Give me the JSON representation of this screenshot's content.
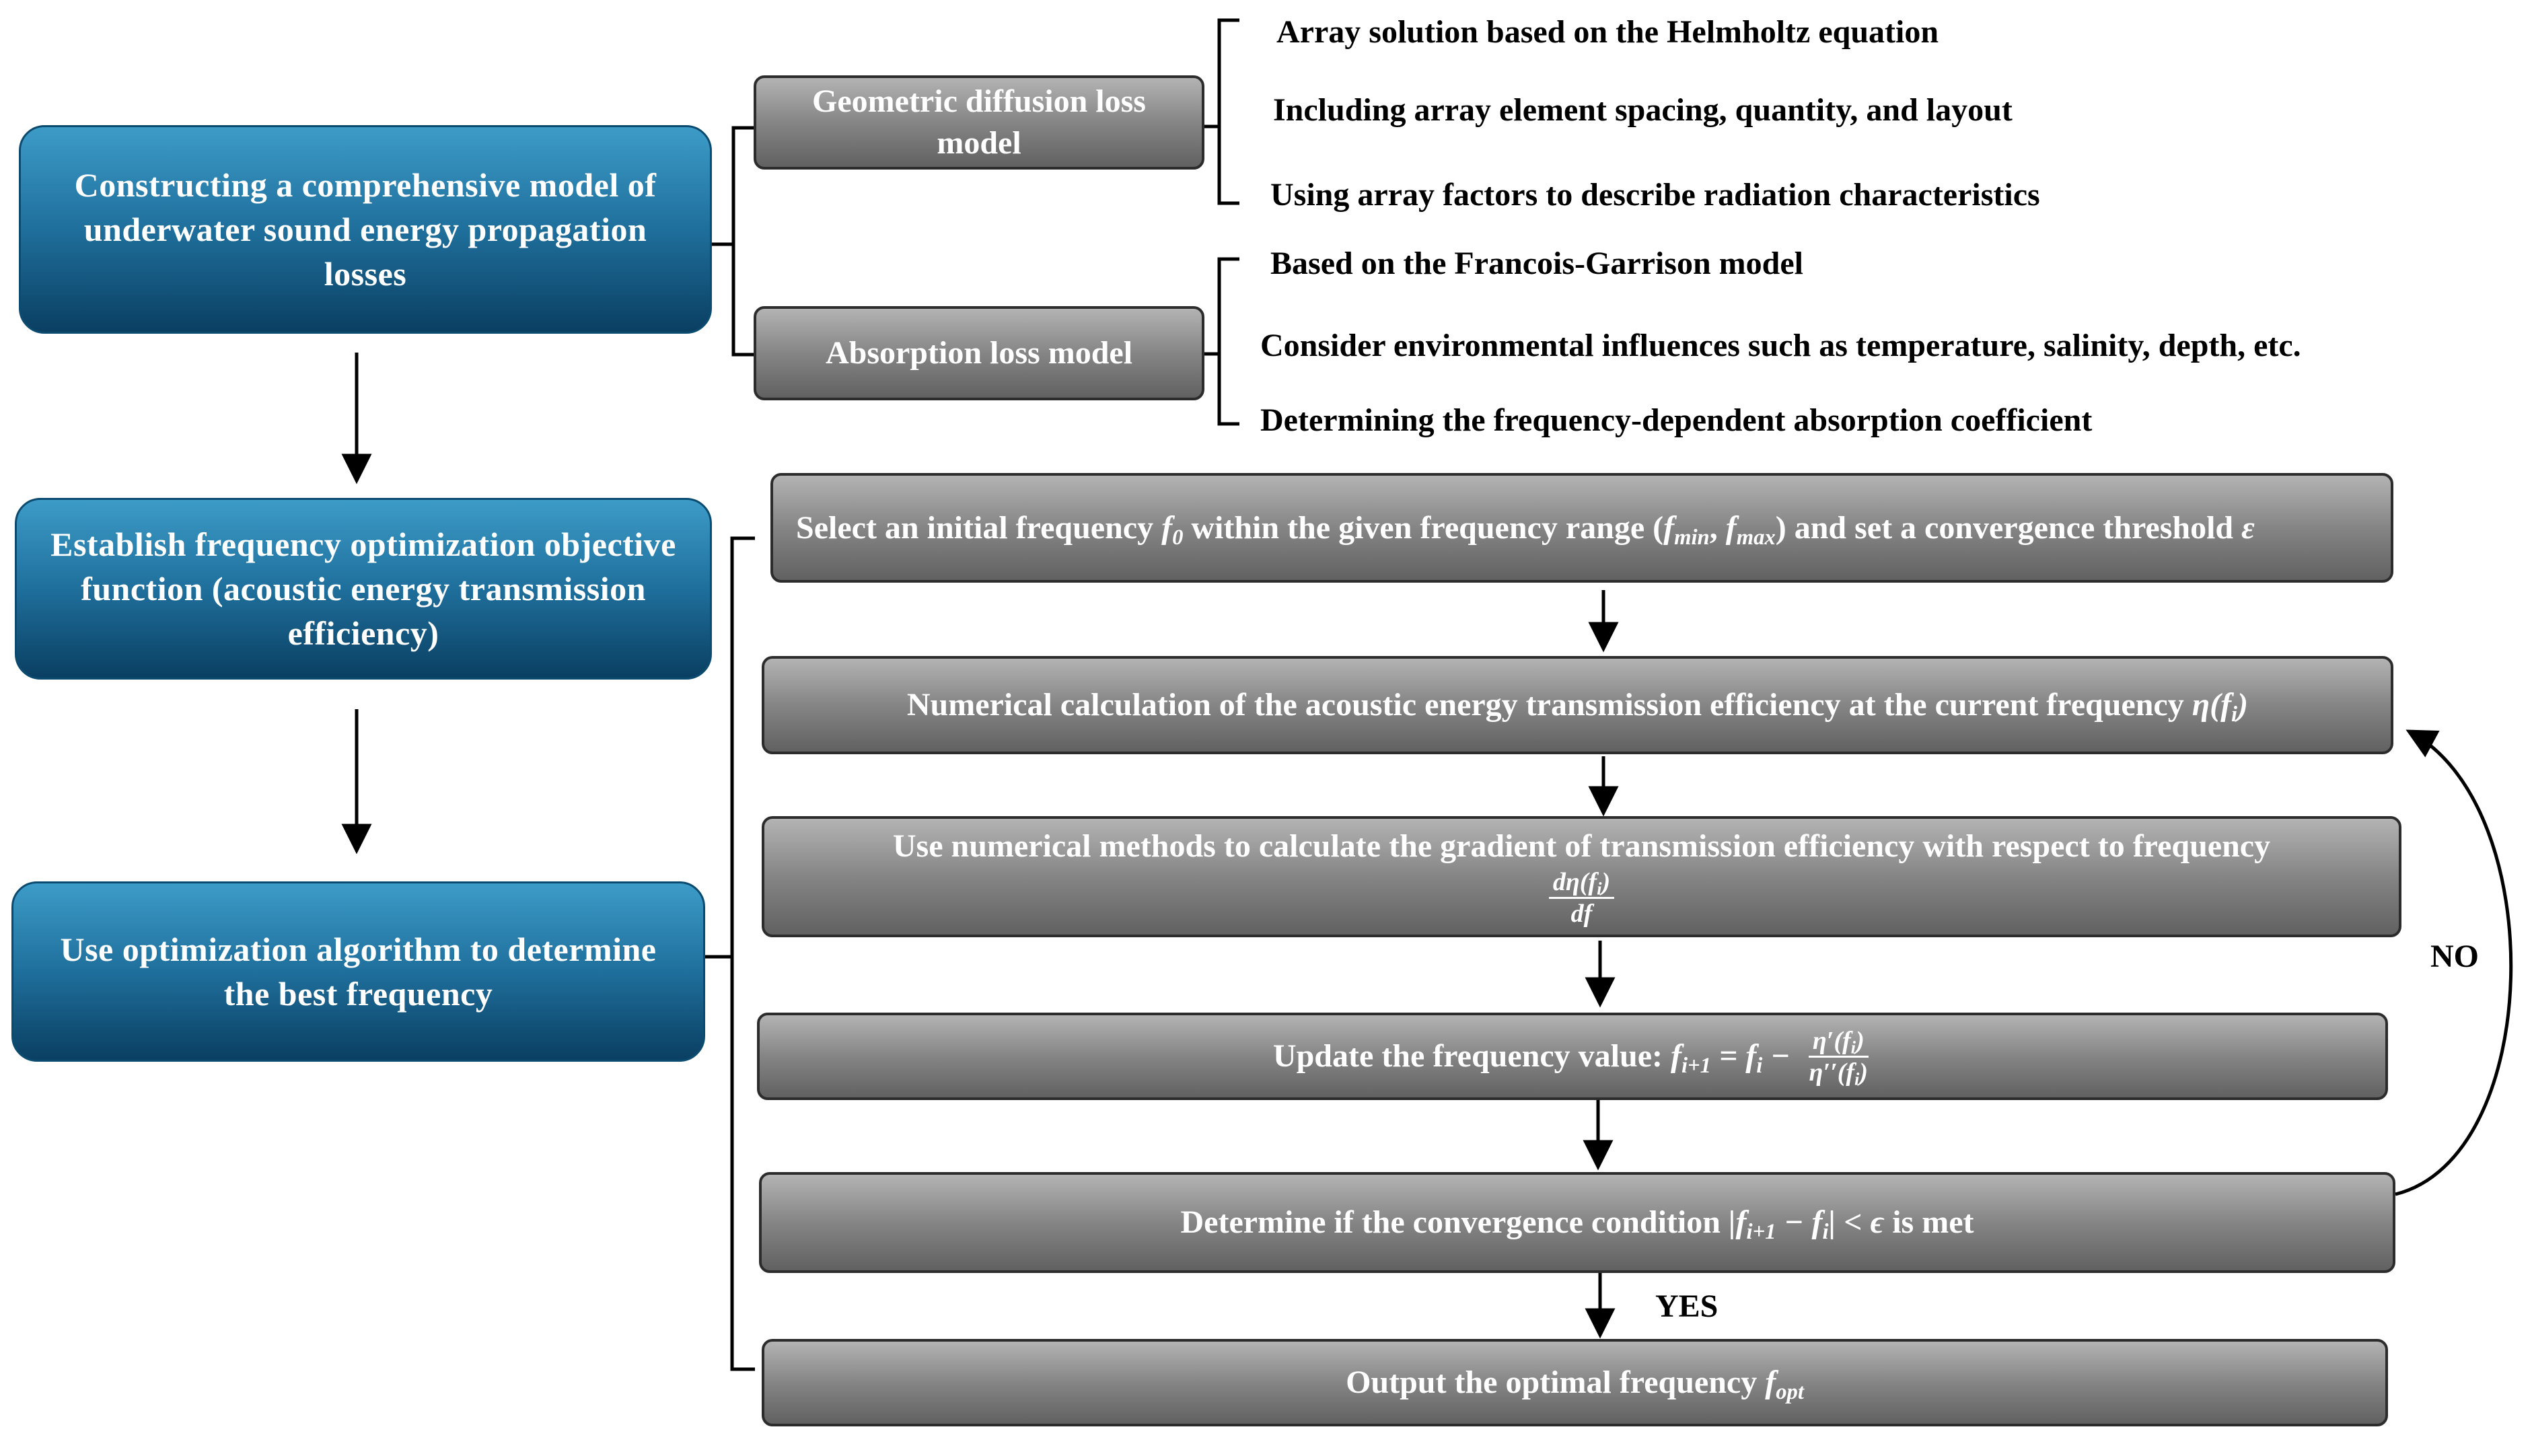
{
  "left_column": {
    "box1": "Constructing a comprehensive model of underwater sound energy propagation losses",
    "box2": "Establish frequency optimization objective function (acoustic energy transmission efficiency)",
    "box3": "Use optimization algorithm to determine the best frequency"
  },
  "loss_models": {
    "geometric": {
      "label": "Geometric diffusion loss model",
      "details": [
        "Array solution based on the Helmholtz equation",
        "Including array element spacing, quantity, and layout",
        "Using array factors to describe radiation characteristics"
      ]
    },
    "absorption": {
      "label": "Absorption loss model",
      "details": [
        "Based on the Francois-Garrison model",
        "Consider environmental influences such as temperature, salinity, depth, etc.",
        "Determining the frequency-dependent absorption coefficient"
      ]
    }
  },
  "algorithm_steps": {
    "step1": {
      "t1": "Select an initial frequency ",
      "v1": "f",
      "v1_sub": "0",
      "t2": " within the given frequency range (",
      "v2": "f",
      "v2_sub": "min",
      "t3": ", ",
      "v3": "f",
      "v3_sub": "max",
      "t4": ") and set a convergence threshold ",
      "v4": "ε"
    },
    "step2": {
      "text": "Numerical calculation of the acoustic energy transmission efficiency at the current frequency ",
      "expr": "η(f",
      "expr_sub": "i",
      "expr_end": ")"
    },
    "step3": {
      "text": "Use numerical methods to calculate the gradient of transmission efficiency with respect to frequency",
      "num": "dη(f",
      "num_sub": "i",
      "num_end": ")",
      "den": "df"
    },
    "step4": {
      "text": "Update the frequency value: ",
      "lhs": "f",
      "lhs_sub": "i+1",
      "mid": " = f",
      "mid_sub": "i",
      "minus": " − ",
      "num": "η′(f",
      "num_sub": "i",
      "num_end": ")",
      "den": "η′′(f",
      "den_sub": "i",
      "den_end": ")"
    },
    "step5": {
      "t1": "Determine if the convergence condition ",
      "m1": "|f",
      "m1_sub": "i+1",
      "m2": " − f",
      "m2_sub": "i",
      "m3": "| < ϵ",
      "t2": " is met"
    },
    "step6": {
      "text": "Output the optimal frequency ",
      "var": "f",
      "var_sub": "opt"
    }
  },
  "labels": {
    "no": "NO",
    "yes": "YES"
  }
}
